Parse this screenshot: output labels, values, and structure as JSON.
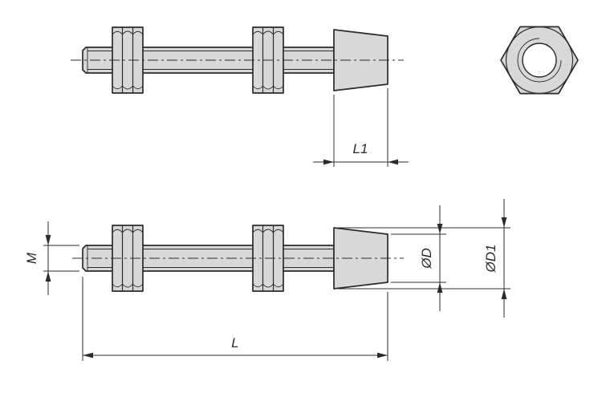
{
  "drawing": {
    "labels": {
      "l1": "L1",
      "m": "M",
      "l": "L",
      "d": "ØD",
      "d1": "ØD1"
    },
    "colors": {
      "line": "#2b2b2b",
      "fill": "#d8d8d8",
      "background": "#ffffff"
    }
  }
}
